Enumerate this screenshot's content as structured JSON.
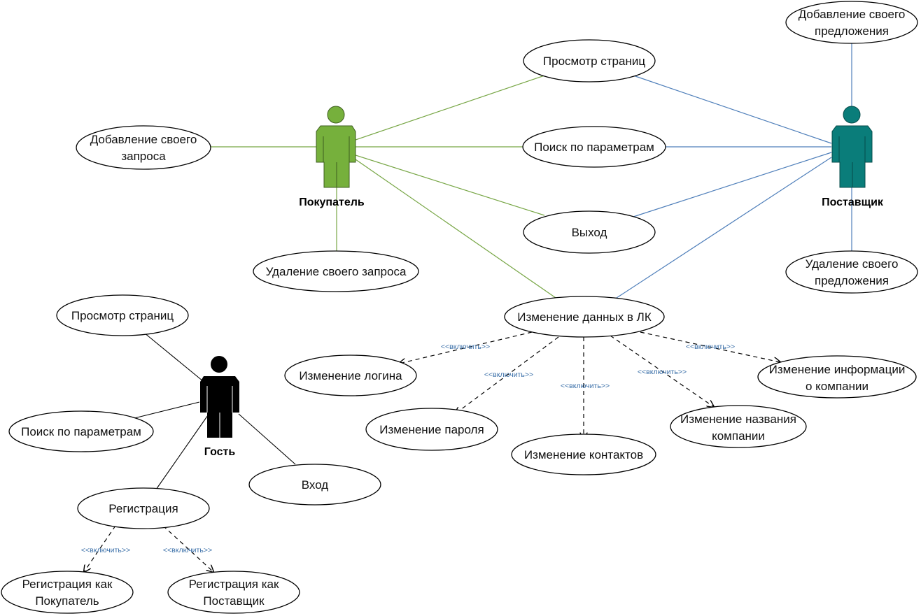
{
  "colors": {
    "buyer": "#76b03c",
    "supplier": "#0a7d7a",
    "guest": "#000000",
    "buyer_link": "#77a645",
    "supplier_link": "#4f7fba",
    "include_label": "#3a6fa8"
  },
  "actors": {
    "buyer": {
      "name": "Покупатель"
    },
    "supplier": {
      "name": "Поставщик"
    },
    "guest": {
      "name": "Гость"
    }
  },
  "use_cases": {
    "view_pages_top": [
      "Просмотр страниц"
    ],
    "search_params_mid": [
      "Поиск по параметрам"
    ],
    "exit": [
      "Выход"
    ],
    "add_request": [
      "Добавление своего",
      "запроса"
    ],
    "delete_request": [
      "Удаление своего запроса"
    ],
    "add_offer": [
      "Добавление своего",
      "предложения"
    ],
    "delete_offer": [
      "Удаление своего",
      "предложения"
    ],
    "edit_account": [
      "Изменение данных в ЛК"
    ],
    "change_login": [
      "Изменение логина"
    ],
    "change_password": [
      "Изменение пароля"
    ],
    "change_contacts": [
      "Изменение контактов"
    ],
    "change_company_name": [
      "Изменение названия",
      "компании"
    ],
    "change_company_info": [
      "Изменение информации",
      "о компании"
    ],
    "guest_view_pages": [
      "Просмотр страниц"
    ],
    "guest_search": [
      "Поиск по параметрам"
    ],
    "login": [
      "Вход"
    ],
    "registration": [
      "Регистрация"
    ],
    "register_buyer": [
      "Регистрация как",
      "Покупатель"
    ],
    "register_supplier": [
      "Регистрация как",
      "Поставщик"
    ]
  },
  "relations": {
    "include_label": "<<включить>>"
  }
}
